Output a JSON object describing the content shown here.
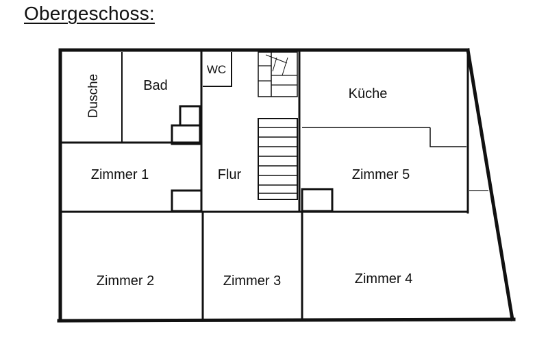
{
  "title": "Obergeschoss:",
  "rooms": {
    "dusche": "Dusche",
    "bad": "Bad",
    "wc": "WC",
    "kueche": "Küche",
    "zimmer1": "Zimmer 1",
    "flur": "Flur",
    "zimmer5": "Zimmer 5",
    "zimmer2": "Zimmer 2",
    "zimmer3": "Zimmer 3",
    "zimmer4": "Zimmer 4"
  }
}
